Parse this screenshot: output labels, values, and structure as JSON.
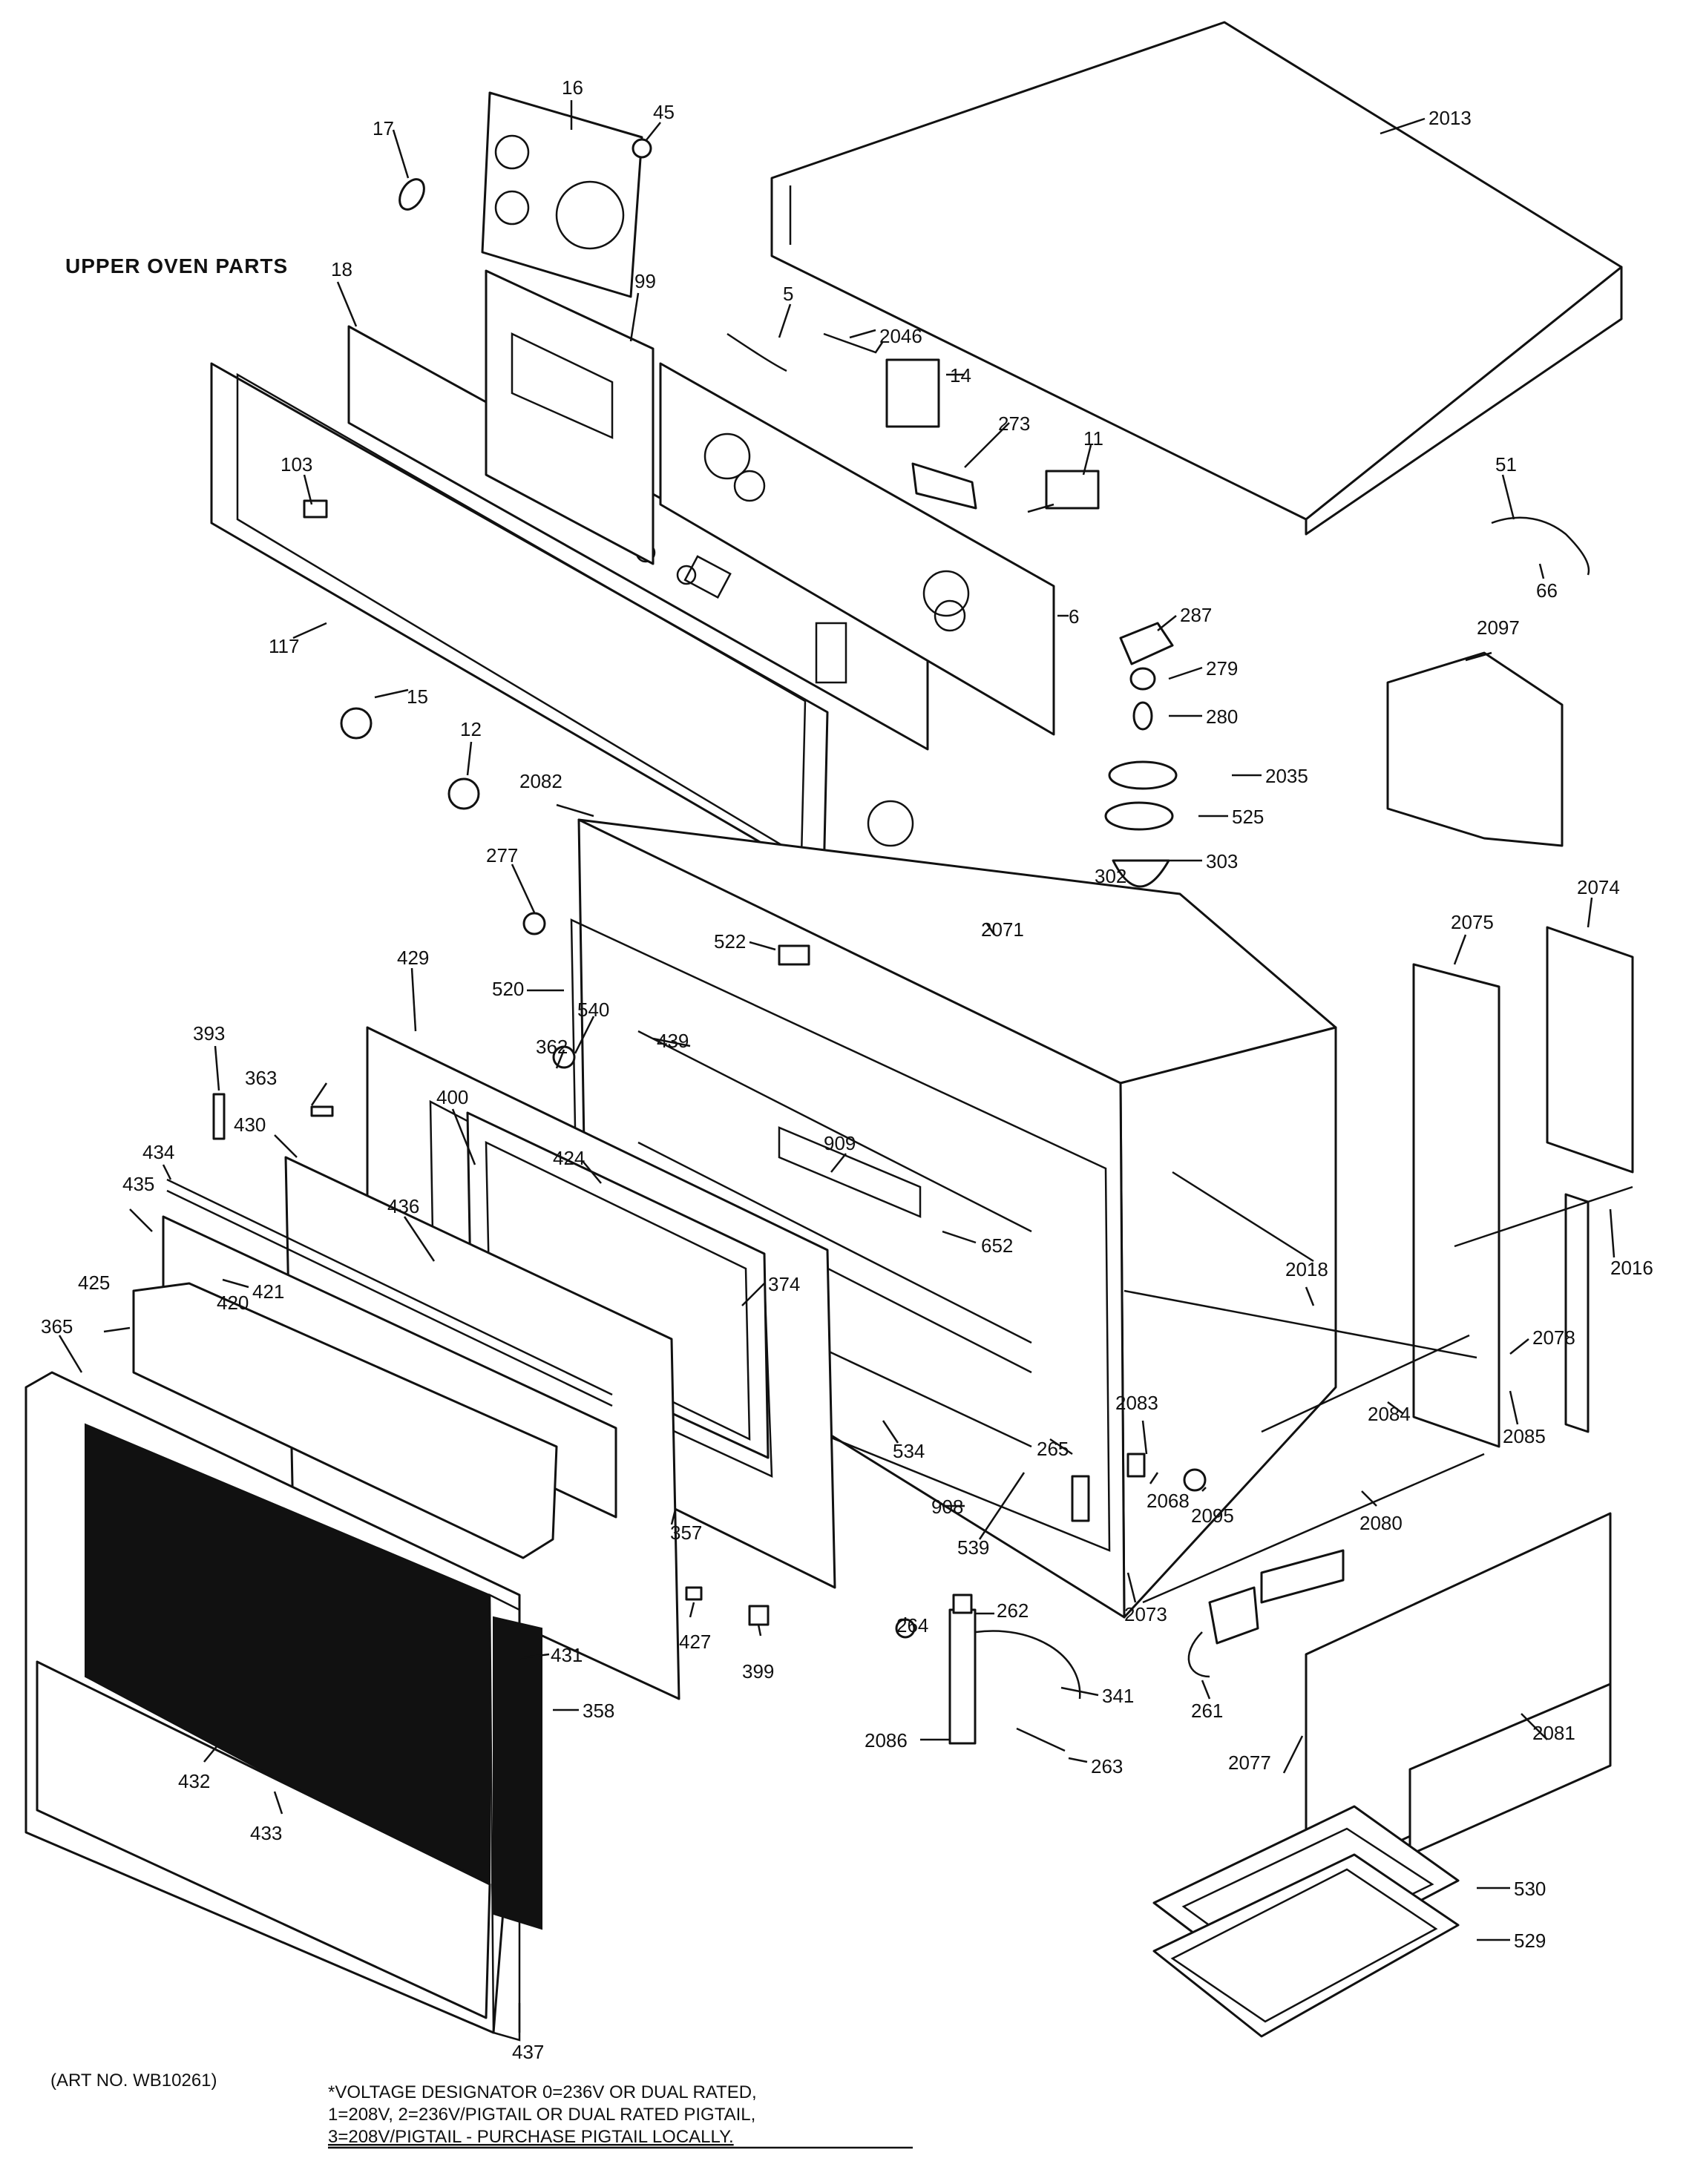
{
  "header": {
    "title": "UPPER OVEN PARTS"
  },
  "footer": {
    "art_no": "(ART NO. WB10261)",
    "note_lines": [
      "*VOLTAGE DESIGNATOR 0=236V OR DUAL RATED,",
      "1=208V, 2=236V/PIGTAIL OR DUAL RATED PIGTAIL,",
      "3=208V/PIGTAIL - PURCHASE PIGTAIL LOCALLY."
    ]
  },
  "callouts": [
    "16",
    "45",
    "17",
    "2013",
    "18",
    "99",
    "5",
    "2046",
    "14",
    "273",
    "11",
    "51",
    "66",
    "103",
    "117",
    "6",
    "287",
    "279",
    "280",
    "2035",
    "525",
    "302",
    "303",
    "15",
    "12",
    "2082",
    "2097",
    "277",
    "522",
    "2071",
    "2074",
    "2075",
    "429",
    "520",
    "540",
    "362",
    "439",
    "393",
    "363",
    "400",
    "909",
    "434",
    "430",
    "424",
    "435",
    "436",
    "652",
    "421",
    "420",
    "374",
    "425",
    "2018",
    "2016",
    "365",
    "2078",
    "2083",
    "2084",
    "2085",
    "534",
    "265",
    "2068",
    "2095",
    "908",
    "2080",
    "539",
    "357",
    "2073",
    "427",
    "399",
    "262",
    "264",
    "431",
    "341",
    "358",
    "261",
    "2086",
    "263",
    "2077",
    "2081",
    "432",
    "433",
    "530",
    "529",
    "437"
  ]
}
